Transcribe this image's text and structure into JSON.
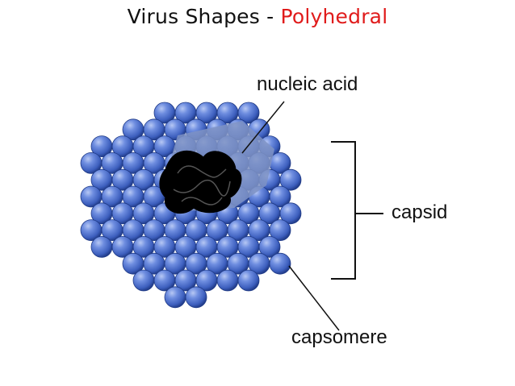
{
  "title": {
    "main": "Virus Shapes - ",
    "accent": "Polyhedral"
  },
  "labels": {
    "nucleic_acid": "nucleic acid",
    "capsid": "capsid",
    "capsomere": "capsomere"
  },
  "colors": {
    "accent": "#e01b1b",
    "capsomere": "#5b7fd6",
    "nucleic_acid": "#000000"
  }
}
